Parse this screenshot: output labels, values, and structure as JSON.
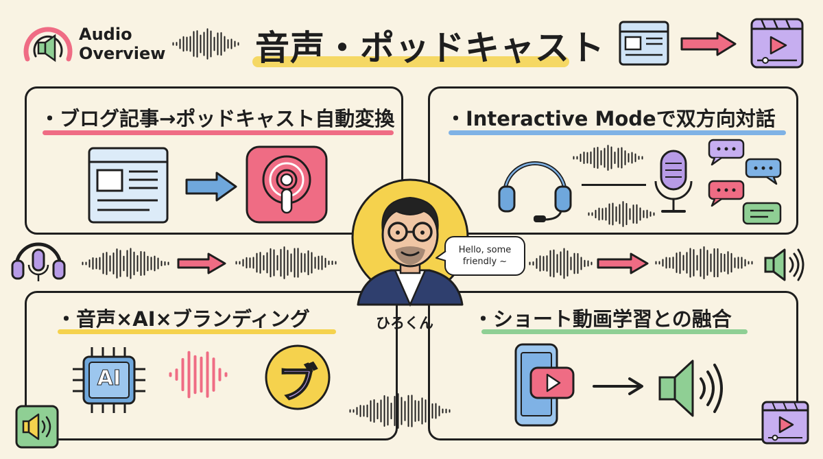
{
  "header": {
    "title": "音声・ポッドキャスト",
    "badge_line1": "Audio",
    "badge_line2": "Overview"
  },
  "sections": [
    {
      "id": "blog",
      "title": "・ブログ記事→ポッドキャスト自動変換",
      "highlight": "#ef6c84"
    },
    {
      "id": "interactive",
      "title": "・Interactive Modeで双方向対話",
      "highlight": "#7fb2e5"
    },
    {
      "id": "branding",
      "title": "・音声×AI×ブランディング",
      "highlight": "#f5d24d"
    },
    {
      "id": "short",
      "title": "・ショート動画学習との融合",
      "highlight": "#8fcf94"
    }
  ],
  "center": {
    "name": "ひろくん",
    "speech_line1": "Hello, some",
    "speech_line2": "friendly ~"
  },
  "icons": {
    "ai_chip_label": "AI",
    "brand_char": "ブ"
  },
  "colors": {
    "pink": "#ef6c84",
    "blue": "#6fa7dc",
    "purple": "#b79be6",
    "green": "#8fcf94",
    "yellow": "#f5d24d",
    "dark": "#1e1e1e",
    "bg": "#f9f3e3"
  }
}
